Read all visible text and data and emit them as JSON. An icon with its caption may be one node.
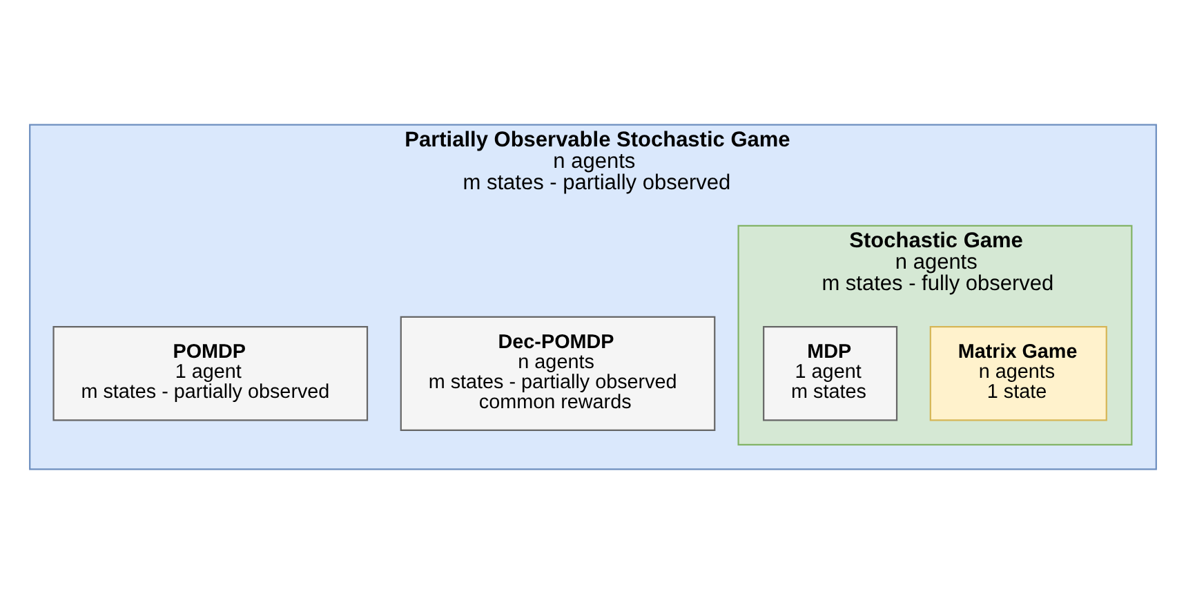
{
  "diagram": {
    "nodes": [
      {
        "text": [
          "Partially Observable Stochastic Game",
          "n agents",
          "m states - partially observed"
        ]
      },
      {
        "text": [
          "Stochastic Game",
          "n agents",
          "m states - fully observed"
        ],
        "in": 0
      },
      {
        "text": [
          "Matrix Game",
          "n agents",
          "1 state"
        ],
        "in": 1
      },
      {
        "text": [
          "MDP",
          "1 agent",
          "m states"
        ],
        "in": 1
      },
      {
        "text": [
          "Dec-POMDP",
          "n agents",
          "m states - partially observed",
          "common rewards"
        ],
        "in": 0
      },
      {
        "text": [
          "POMDP",
          "1 agent",
          "m states - partially observed"
        ],
        "in": 0
      }
    ]
  }
}
